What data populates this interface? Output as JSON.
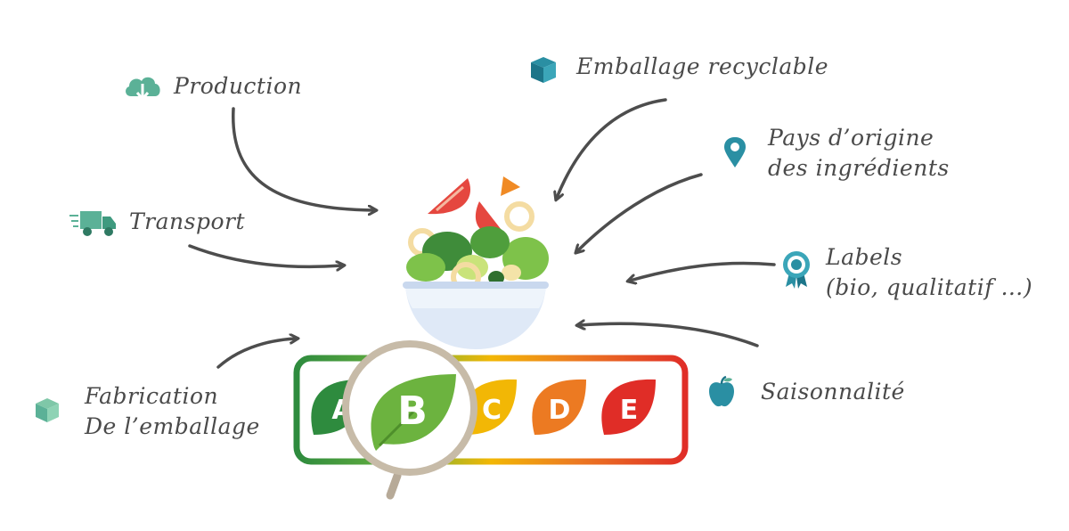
{
  "factors": {
    "production": "Production",
    "emballage_recyclable": "Emballage recyclable",
    "pays_origine_line1": "Pays d’origine",
    "pays_origine_line2": "des ingrédients",
    "transport": "Transport",
    "labels_line1": "Labels",
    "labels_line2": "(bio, qualitatif …)",
    "fabrication_line1": "Fabrication",
    "fabrication_line2": "De l’emballage",
    "saisonnalite": "Saisonnalité"
  },
  "score": {
    "grades": [
      "A",
      "B",
      "C",
      "D",
      "E"
    ],
    "highlighted": "B",
    "colors": {
      "A": "#2e8b3e",
      "B": "#6cb33f",
      "C": "#f2b705",
      "D": "#ec7a22",
      "E": "#e02d27"
    }
  },
  "icons": [
    "cloud-download-icon",
    "package-icon",
    "location-pin-icon",
    "truck-icon",
    "badge-icon",
    "box-icon",
    "apple-icon",
    "salad-bowl-icon",
    "magnifier-icon"
  ]
}
